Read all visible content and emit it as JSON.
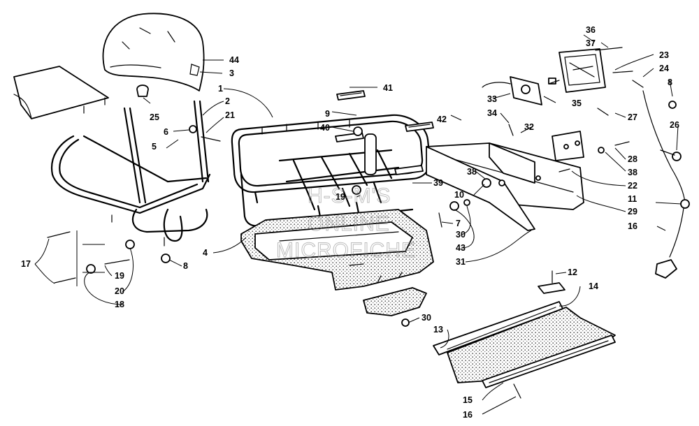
{
  "watermark": {
    "line1": "H-S-M'S",
    "line2": "ONLINE",
    "line3": "MICROFICHE"
  },
  "callouts": {
    "c44": "44",
    "c3": "3",
    "c1": "1",
    "c2": "2",
    "c21": "21",
    "c25": "25",
    "c6": "6",
    "c5": "5",
    "c41": "41",
    "c9": "9",
    "c40": "40",
    "c42": "42",
    "c36": "36",
    "c37": "37",
    "c23": "23",
    "c24": "24",
    "c8a": "8",
    "c33": "33",
    "c35": "35",
    "c34": "34",
    "c27": "27",
    "c32": "32",
    "c26": "26",
    "c28": "28",
    "c38a": "38",
    "c38b": "38",
    "c22": "22",
    "c10": "10",
    "c39": "39",
    "c11": "11",
    "c29": "29",
    "c19a": "19",
    "c7": "7",
    "c30a": "30",
    "c43": "43",
    "c16a": "16",
    "c31": "31",
    "c4": "4",
    "c8b": "8",
    "c17": "17",
    "c19b": "19",
    "c20": "20",
    "c18": "18",
    "c12": "12",
    "c14": "14",
    "c30b": "30",
    "c13": "13",
    "c15": "15",
    "c16b": "16"
  }
}
